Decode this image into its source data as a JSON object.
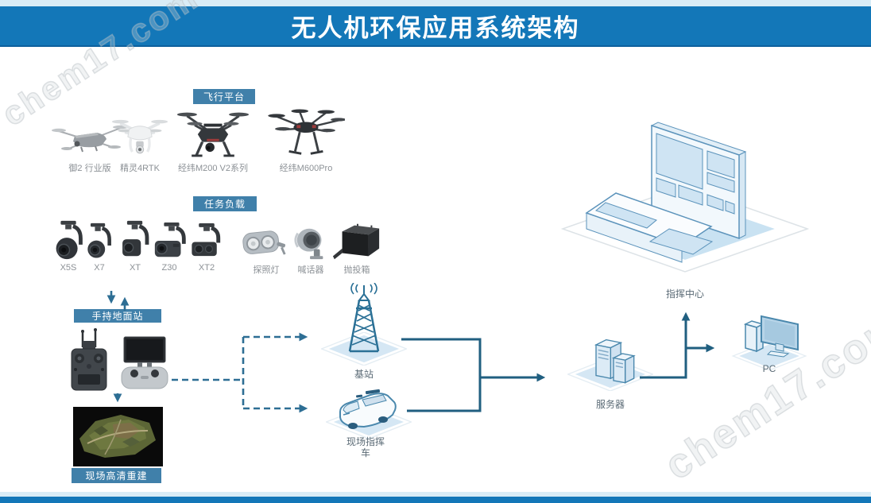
{
  "header": {
    "title": "无人机环保应用系统架构"
  },
  "watermark": {
    "text": "chem17.com"
  },
  "flight_platform": {
    "badge": "飞行平台",
    "items": [
      "御2 行业版",
      "精灵4RTK",
      "经纬M200 V2系列",
      "经纬M600Pro"
    ]
  },
  "payloads": {
    "badge": "任务负载",
    "items": [
      "X5S",
      "X7",
      "XT",
      "Z30",
      "XT2",
      "探照灯",
      "喊话器",
      "抛投箱"
    ]
  },
  "ground_station": {
    "badge": "手持地面站"
  },
  "reconstruction": {
    "badge": "现场高清重建"
  },
  "nodes": {
    "base_station": "基站",
    "command_vehicle_lines": [
      "现场指挥",
      "车"
    ],
    "server": "服务器",
    "command_center": "指挥中心",
    "pc": "PC"
  },
  "colors": {
    "header_bar": "#1377b8",
    "edge_strip": "#d9ecf6",
    "badge": "#4080aa",
    "dashed_line": "#2d6e94",
    "solid_line": "#205f80",
    "icon_outline": "#4a88ad",
    "platform_fill": "#d5e7f4",
    "label_gray": "#8c9196"
  }
}
